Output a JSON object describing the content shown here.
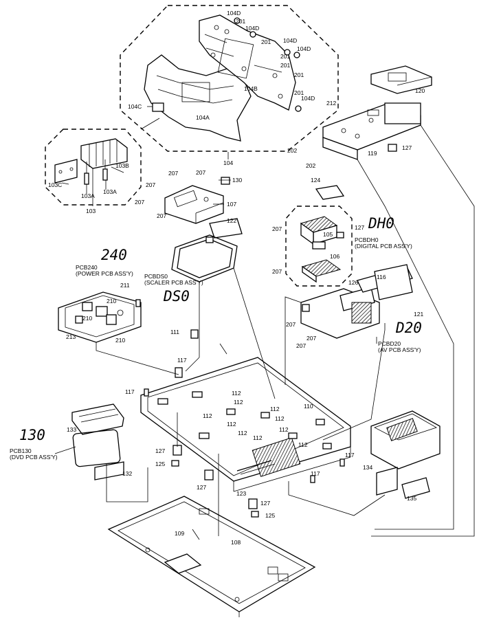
{
  "part_labels": {
    "p104D_a": "104D",
    "p201_a": "201",
    "p104D_b": "104D",
    "p201_b": "201",
    "p104D_c": "104D",
    "p104D_d": "104D",
    "p201_c": "201",
    "p201_d": "201",
    "p104B": "104B",
    "p201_e": "201",
    "p104D_e": "104D",
    "p104C": "104C",
    "p104A": "104A",
    "p104": "104",
    "p120": "120",
    "p212": "212",
    "p127_a": "127",
    "p119": "119",
    "p202_a": "202",
    "p202_b": "202",
    "p103B": "103B",
    "p103C": "103C",
    "p103A_a": "103A",
    "p103A_b": "103A",
    "p103": "103",
    "p207_a": "207",
    "p207_b": "207",
    "p207_c": "207",
    "p130": "130",
    "p107": "107",
    "p207_d": "207",
    "p207_e": "207",
    "p124": "124",
    "p122": "122",
    "p207_f": "207",
    "p127_b": "127",
    "p105": "105",
    "p106": "106",
    "p207_g": "207",
    "p116": "116",
    "p126": "126",
    "p121": "121",
    "p211": "211",
    "p210_a": "210",
    "p210_b": "210",
    "p210_c": "210",
    "p213": "213",
    "p207_h": "207",
    "p207_i": "207",
    "p207_j": "207",
    "p111": "111",
    "p117_a": "117",
    "p117_b": "117",
    "p110": "110",
    "p112_a": "112",
    "p112_b": "112",
    "p112_c": "112",
    "p112_d": "112",
    "p112_e": "112",
    "p112_f": "112",
    "p112_g": "112",
    "p112_h": "112",
    "p112_i": "112",
    "p112_j": "112",
    "p133": "133",
    "p127_c": "127",
    "p125_a": "125",
    "p132": "132",
    "p127_d": "127",
    "p117_c": "117",
    "p117_d": "117",
    "p123": "123",
    "p127_e": "127",
    "p125_b": "125",
    "p134": "134",
    "p135": "135",
    "p109": "109",
    "p108": "108"
  },
  "pcb_labels": {
    "pcbdh0_code": "PCBDH0",
    "pcbdh0_name": "(DIGITAL PCB ASS'Y)",
    "pcb240_code": "PCB240",
    "pcb240_name": "(POWER PCB ASS'Y)",
    "pcbds0_code": "PCBDS0",
    "pcbds0_name": "(SCALER PCB ASS'Y)",
    "pcbd20_code": "PCBD20",
    "pcbd20_name": "(AV PCB ASS'Y)",
    "pcb130_code": "PCB130",
    "pcb130_name": "(DVD PCB ASS'Y)"
  },
  "handwritten": {
    "dh0": "DH0",
    "n240": "240",
    "ds0": "DS0",
    "d20": "D20",
    "n130": "130"
  }
}
